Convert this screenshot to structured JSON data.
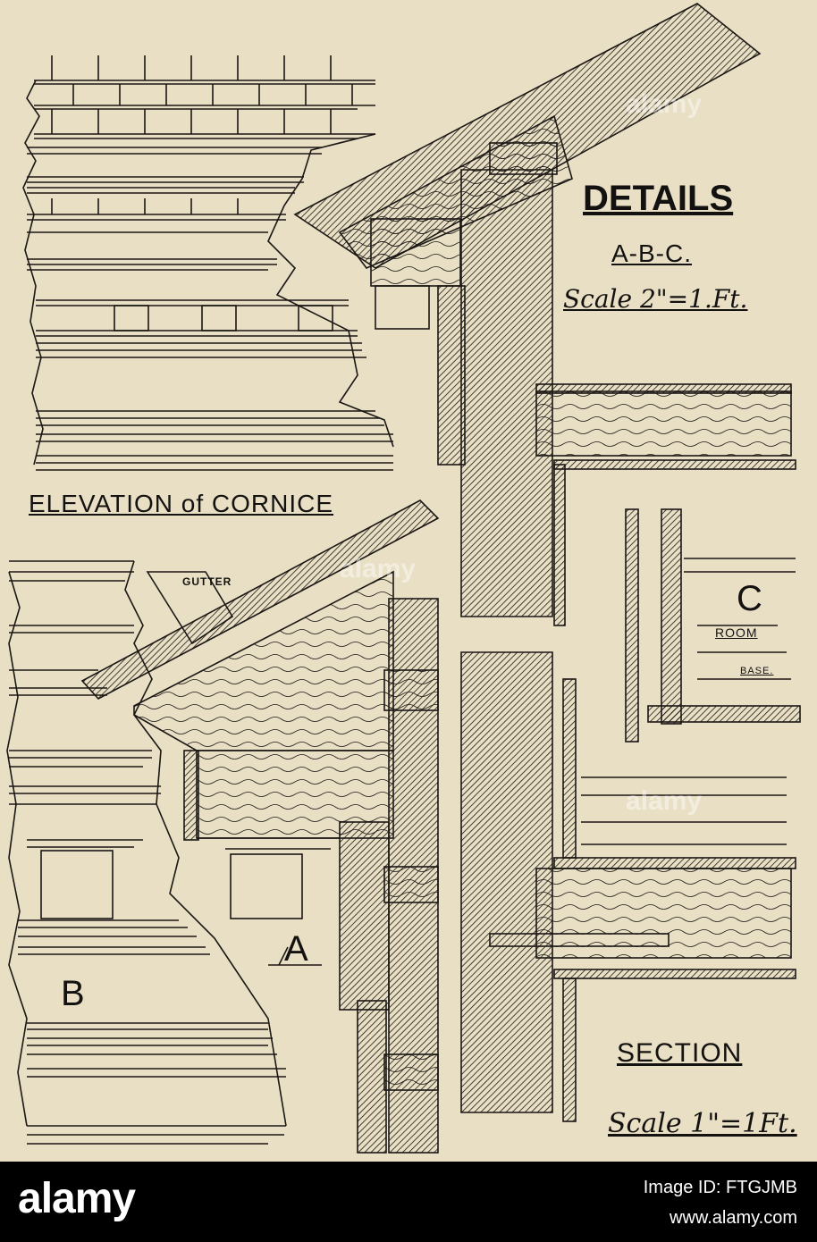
{
  "labels": {
    "details_title": "DETAILS",
    "details_sub": "A-B-C.",
    "details_scale": "Scale 2\"=1.Ft.",
    "elevation": "ELEVATION of CORNICE",
    "gutter": "GUTTER",
    "detail_a": "A",
    "detail_b": "B",
    "detail_c": "C",
    "room": "ROOM",
    "base": "BASE.",
    "section": "SECTION",
    "section_scale": "Scale 1\"=1Ft."
  },
  "watermark": {
    "text": "alamy"
  },
  "footer": {
    "logo": "alamy",
    "image_id": "Image ID: FTGJMB",
    "site": "www.alamy.com"
  },
  "colors": {
    "paper": "#e8dfc4",
    "ink": "#1a1714",
    "footer_bg": "#000000"
  }
}
